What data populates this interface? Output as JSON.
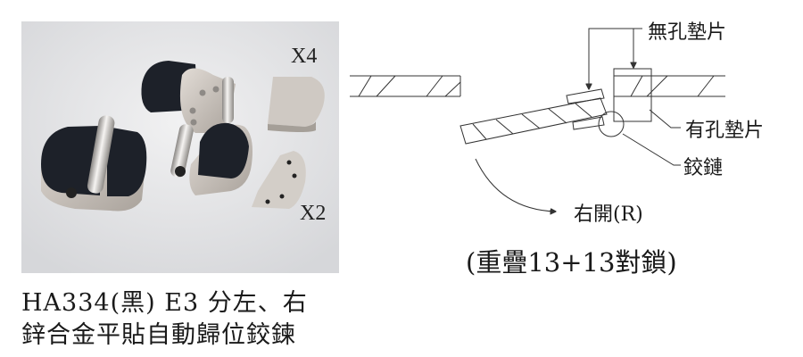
{
  "photo": {
    "qty_pads_no_hole": "X4",
    "qty_pads_with_hole": "X2"
  },
  "diagram": {
    "label_no_hole_pad": "無孔墊片",
    "label_hole_pad": "有孔墊片",
    "label_hinge": "鉸鏈",
    "label_open_direction": "右開(R)",
    "note": "(重疊13+13對鎖)"
  },
  "caption": {
    "line1": "HA334(黑) E3 分左、右",
    "line2": "鋅合金平貼自動歸位鉸鍊"
  }
}
